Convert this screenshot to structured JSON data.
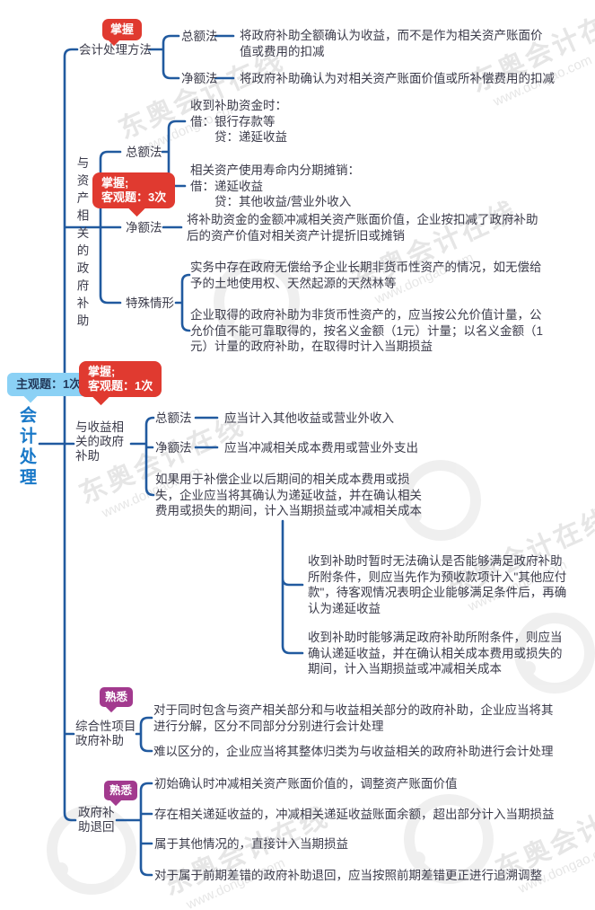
{
  "root": {
    "label": "会计处理",
    "badge": "主观题：1次"
  },
  "branches": [
    {
      "label": "会计处理方法",
      "badge": "掌握",
      "children": [
        {
          "label": "总额法",
          "text": "将政府补助全额确认为收益，而不是作为相关资产账面价\n值或费用的扣减"
        },
        {
          "label": "净额法",
          "text": "将政府补助确认为对相关资产账面价值或所补偿费用的扣减"
        }
      ]
    },
    {
      "label": "与资产相关的政府补助",
      "badge": "掌握;\n客观题：3次",
      "children": [
        {
          "label": "总额法",
          "children": [
            {
              "text": "收到补助资金时：\n借：银行存款等\n　　贷：递延收益"
            },
            {
              "text": "相关资产使用寿命内分期摊销：\n借：递延收益\n　　贷：其他收益/营业外收入"
            }
          ]
        },
        {
          "label": "净额法",
          "text": "将补助资金的金额冲减相关资产账面价值，企业按扣减了政府补助\n后的资产价值对相关资产计提折旧或摊销"
        },
        {
          "label": "特殊情形",
          "children": [
            {
              "text": "实务中存在政府无偿给予企业长期非货币性资产的情况，如无偿给\n予的土地使用权、天然起源的天然林等"
            },
            {
              "text": "企业取得的政府补助为非货币性资产的，应当按公允价值计量，公\n允价值不能可靠取得的，按名义金额（1元）计量；以名义金额（1\n元）计量的政府补助，在取得时计入当期损益"
            }
          ]
        }
      ]
    },
    {
      "label": "与收益相\n关的政府\n补助",
      "badge": "掌握;\n客观题：1次",
      "children": [
        {
          "label": "总额法",
          "text": "应当计入其他收益或营业外收入"
        },
        {
          "label": "净额法",
          "text": "应当冲减相关成本费用或营业外支出"
        },
        {
          "text": "如果用于补偿企业以后期间的相关成本费用或损\n失，企业应当将其确认为递延收益，并在确认相关\n费用或损失的期间，计入当期损益或冲减相关成本",
          "children": [
            {
              "text": "收到补助时暂时无法确认是否能够满足政府补助\n所附条件，则应当先作为预收款项计入\"其他应付\n款\"，待客观情况表明企业能够满足条件后，再确\n认为递延收益"
            },
            {
              "text": "收到补助时能够满足政府补助所附条件，则应当\n确认递延收益，并在确认相关成本费用或损失的\n期间，计入当期损益或冲减相关成本"
            }
          ]
        }
      ]
    },
    {
      "label": "综合性项目\n政府补助",
      "badge": "熟悉",
      "children": [
        {
          "text": "对于同时包含与资产相关部分和与收益相关部分的政府补助，企业应当将其\n进行分解，区分不同部分分别进行会计处理"
        },
        {
          "text": "难以区分的，企业应当将其整体归类为与收益相关的政府补助进行会计处理"
        }
      ]
    },
    {
      "label": "政府补\n助退回",
      "badge": "熟悉",
      "children": [
        {
          "text": "初始确认时冲减相关资产账面价值的，调整资产账面价值"
        },
        {
          "text": "存在相关递延收益的，冲减相关递延收益账面余额，超出部分计入当期损益"
        },
        {
          "text": "属于其他情况的，直接计入当期损益"
        },
        {
          "text": "对于属于前期差错的政府补助退回，应当按照前期差错更正进行追溯调整"
        }
      ]
    }
  ],
  "watermark": {
    "brand": "东奥会计在线",
    "url": "www.dongao.com"
  },
  "colors": {
    "line": "#215a9f",
    "text": "#3b3b4a",
    "root_blue": "#1878c8",
    "badge_red": "#e03a30",
    "badge_blue": "#8bd1f5",
    "badge_purple": "#a23a8e",
    "watermark_gray": "#dedede"
  }
}
